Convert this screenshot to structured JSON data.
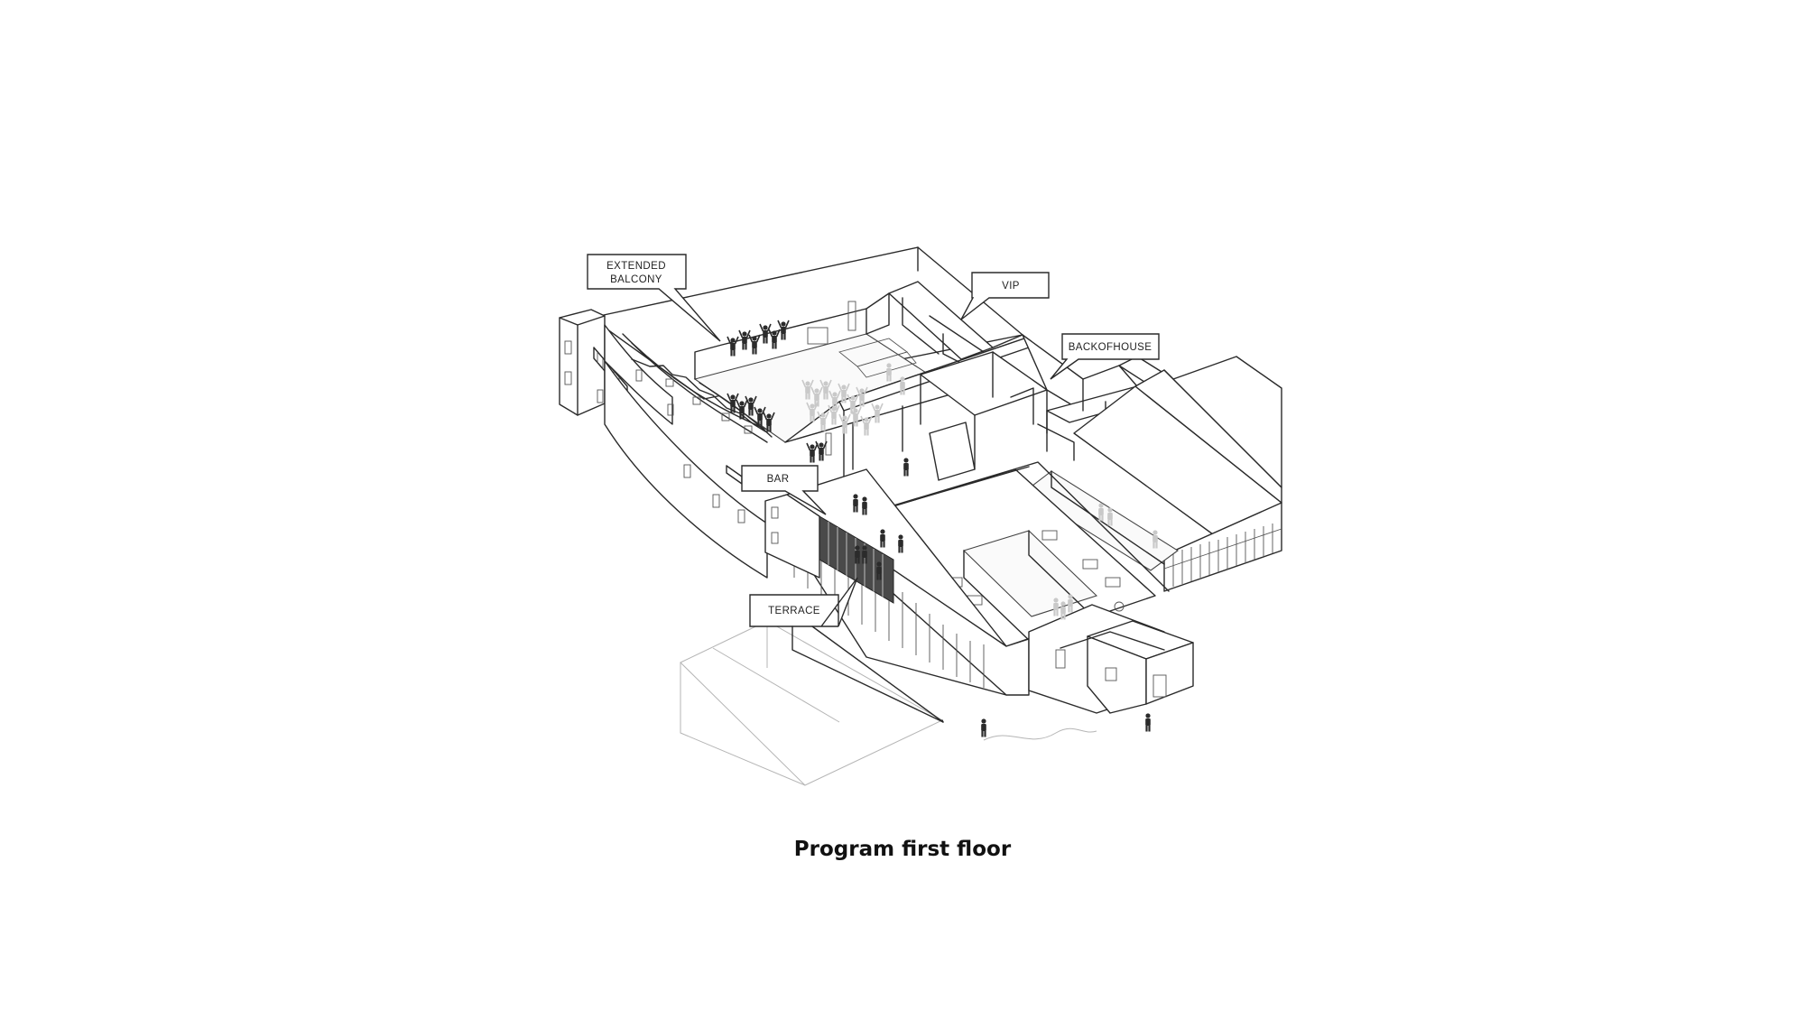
{
  "caption": "Program first floor",
  "labels": {
    "extended_balcony_line1": "EXTENDED",
    "extended_balcony_line2": "BALCONY",
    "vip": "VIP",
    "backofhouse": "BACKOFHOUSE",
    "bar": "BAR",
    "terrace": "TERRACE"
  },
  "colors": {
    "background": "#ffffff",
    "line": "#2a2a2a",
    "figure": "#2b2b2b",
    "ghost_figure": "#c9c9c9"
  }
}
